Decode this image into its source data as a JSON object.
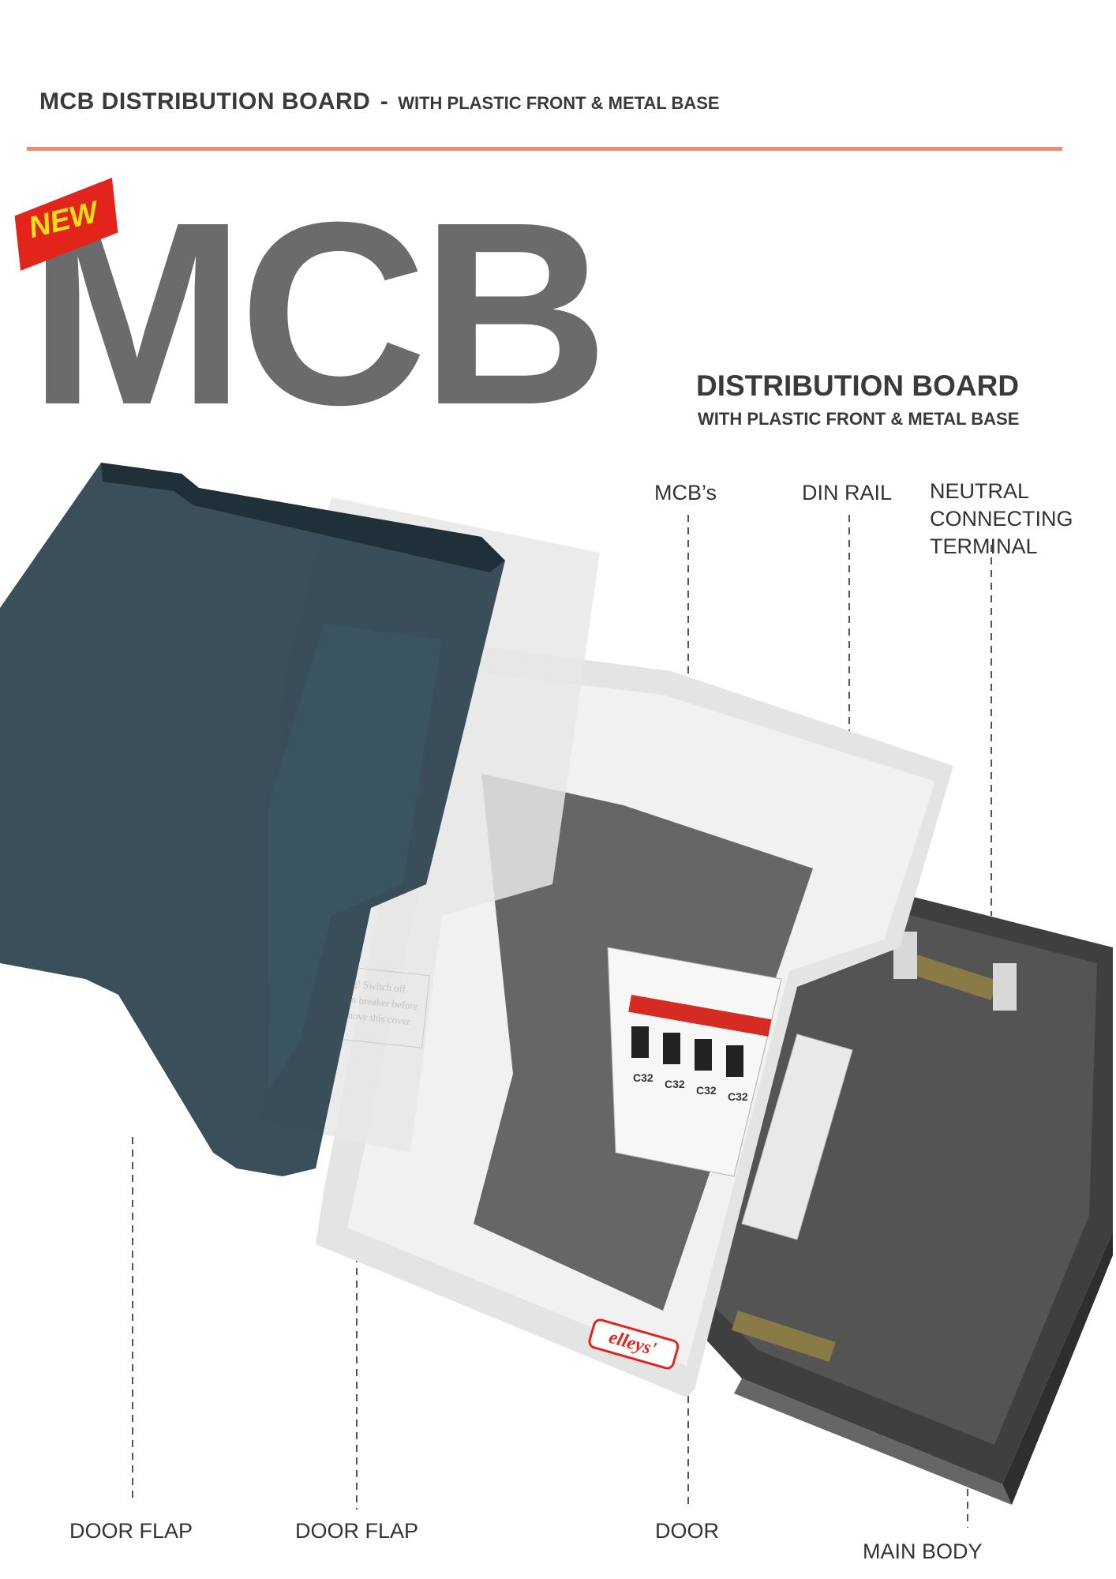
{
  "header": {
    "title": "MCB DISTRIBUTION BOARD",
    "dash": "-",
    "subtitle": "WITH PLASTIC FRONT & METAL BASE"
  },
  "badge": {
    "text": "NEW"
  },
  "hero": {
    "big_text": "MCB",
    "title": "DISTRIBUTION BOARD",
    "subtitle": "WITH PLASTIC FRONT & METAL BASE"
  },
  "callouts": {
    "mcbs": "MCB’s",
    "din_rail": "DIN RAIL",
    "neutral": [
      "NEUTRAL",
      "CONNECTING",
      "TERMINAL"
    ],
    "door_flap_1": "DOOR FLAP",
    "door_flap_2": "DOOR FLAP",
    "door": "DOOR",
    "main_body": "MAIN BODY"
  },
  "product": {
    "brand": "elleys'",
    "breaker_rating": "C32",
    "warning": [
      "Warning! Switch off",
      "the main breaker before",
      "you remove this cover"
    ]
  },
  "colors": {
    "accent_rule": "#f08c6c",
    "heading": "#3a3a3a",
    "big_text": "#6b6b6d",
    "badge_bg": "#e3241b",
    "badge_text": "#ffe11a",
    "flap_tint": "#2f4650",
    "body_metal": "#4a4a4a"
  }
}
